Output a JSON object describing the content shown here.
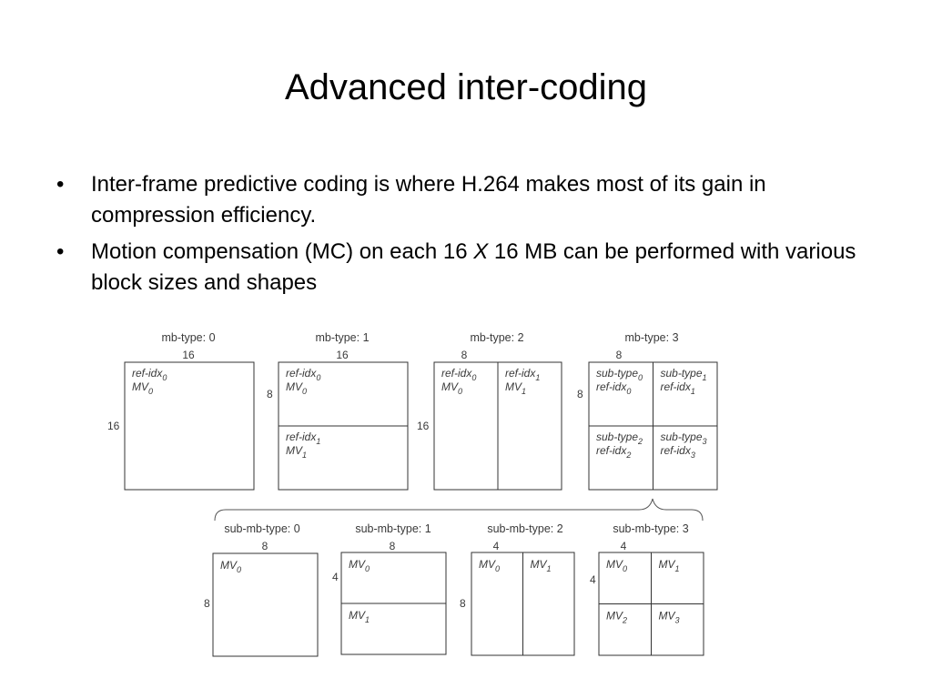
{
  "slide": {
    "title": "Advanced inter-coding",
    "bullets": [
      {
        "pre": "Inter-frame predictive coding is where H.264 makes most of its gain in compression efficiency.",
        "x": "",
        "post": ""
      },
      {
        "pre": "Motion compensation (MC) on each 16 ",
        "x": "X",
        "post": " 16 MB can be performed with various block sizes and shapes"
      }
    ],
    "bullet_symbol": "•"
  },
  "diagram": {
    "mb_types": [
      {
        "caption": "mb-type: 0",
        "width_label": "16",
        "height_label": "16",
        "blocks": [
          {
            "line1": "ref-idx",
            "sub1": "0",
            "line2": "MV",
            "sub2": "0"
          }
        ]
      },
      {
        "caption": "mb-type: 1",
        "width_label": "16",
        "height_label": "8",
        "blocks": [
          {
            "line1": "ref-idx",
            "sub1": "0",
            "line2": "MV",
            "sub2": "0"
          },
          {
            "line1": "ref-idx",
            "sub1": "1",
            "line2": "MV",
            "sub2": "1"
          }
        ]
      },
      {
        "caption": "mb-type: 2",
        "width_label": "8",
        "height_label": "16",
        "blocks": [
          {
            "line1": "ref-idx",
            "sub1": "0",
            "line2": "MV",
            "sub2": "0"
          },
          {
            "line1": "ref-idx",
            "sub1": "1",
            "line2": "MV",
            "sub2": "1"
          }
        ]
      },
      {
        "caption": "mb-type: 3",
        "width_label": "8",
        "height_label": "8",
        "blocks": [
          {
            "line1": "sub-type",
            "sub1": "0",
            "line2": "ref-idx",
            "sub2": "0"
          },
          {
            "line1": "sub-type",
            "sub1": "1",
            "line2": "ref-idx",
            "sub2": "1"
          },
          {
            "line1": "sub-type",
            "sub1": "2",
            "line2": "ref-idx",
            "sub2": "2"
          },
          {
            "line1": "sub-type",
            "sub1": "3",
            "line2": "ref-idx",
            "sub2": "3"
          }
        ]
      }
    ],
    "sub_mb_types": [
      {
        "caption": "sub-mb-type: 0",
        "width_label": "8",
        "height_label": "8",
        "blocks": [
          {
            "line1": "MV",
            "sub1": "0"
          }
        ]
      },
      {
        "caption": "sub-mb-type: 1",
        "width_label": "8",
        "height_label": "4",
        "blocks": [
          {
            "line1": "MV",
            "sub1": "0"
          },
          {
            "line1": "MV",
            "sub1": "1"
          }
        ]
      },
      {
        "caption": "sub-mb-type: 2",
        "width_label": "4",
        "height_label": "8",
        "blocks": [
          {
            "line1": "MV",
            "sub1": "0"
          },
          {
            "line1": "MV",
            "sub1": "1"
          }
        ]
      },
      {
        "caption": "sub-mb-type: 3",
        "width_label": "4",
        "height_label": "4",
        "blocks": [
          {
            "line1": "MV",
            "sub1": "0"
          },
          {
            "line1": "MV",
            "sub1": "1"
          },
          {
            "line1": "MV",
            "sub1": "2"
          },
          {
            "line1": "MV",
            "sub1": "3"
          }
        ]
      }
    ]
  }
}
